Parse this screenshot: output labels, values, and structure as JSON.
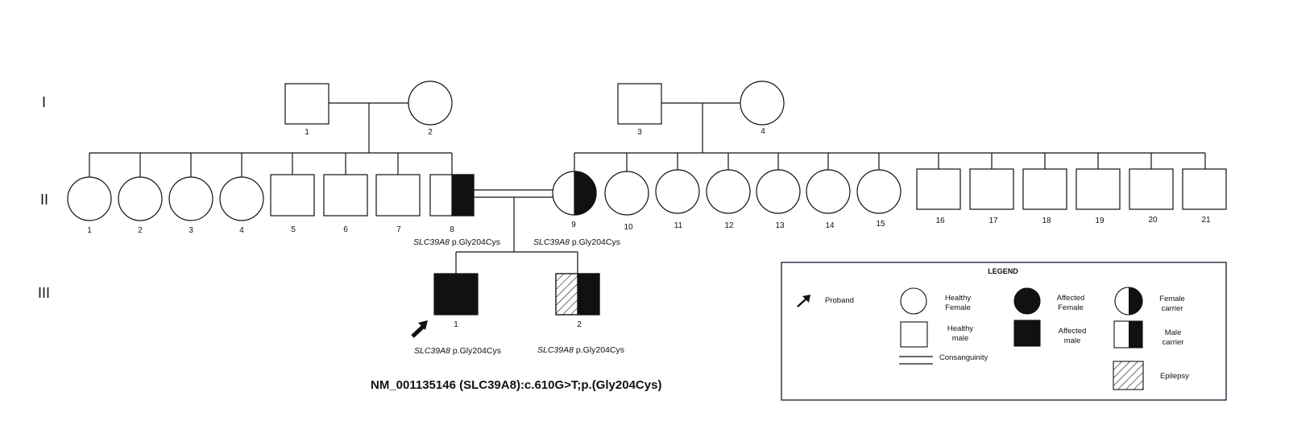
{
  "generations": [
    {
      "label": "I"
    },
    {
      "label": "II"
    },
    {
      "label": "III"
    }
  ],
  "individuals": {
    "I": [
      {
        "id": "1",
        "sex": "male",
        "status": "healthy"
      },
      {
        "id": "2",
        "sex": "female",
        "status": "healthy"
      },
      {
        "id": "3",
        "sex": "male",
        "status": "healthy"
      },
      {
        "id": "4",
        "sex": "female",
        "status": "healthy"
      }
    ],
    "II": [
      {
        "id": "1",
        "sex": "female",
        "status": "healthy"
      },
      {
        "id": "2",
        "sex": "female",
        "status": "healthy"
      },
      {
        "id": "3",
        "sex": "female",
        "status": "healthy"
      },
      {
        "id": "4",
        "sex": "female",
        "status": "healthy"
      },
      {
        "id": "5",
        "sex": "male",
        "status": "healthy"
      },
      {
        "id": "6",
        "sex": "male",
        "status": "healthy"
      },
      {
        "id": "7",
        "sex": "male",
        "status": "healthy"
      },
      {
        "id": "8",
        "sex": "male",
        "status": "carrier",
        "gene": "SLC39A8",
        "variant": "p.Gly204Cys"
      },
      {
        "id": "9",
        "sex": "female",
        "status": "carrier",
        "gene": "SLC39A8",
        "variant": "p.Gly204Cys"
      },
      {
        "id": "10",
        "sex": "female",
        "status": "healthy"
      },
      {
        "id": "11",
        "sex": "female",
        "status": "healthy"
      },
      {
        "id": "12",
        "sex": "female",
        "status": "healthy"
      },
      {
        "id": "13",
        "sex": "female",
        "status": "healthy"
      },
      {
        "id": "14",
        "sex": "female",
        "status": "healthy"
      },
      {
        "id": "15",
        "sex": "female",
        "status": "healthy"
      },
      {
        "id": "16",
        "sex": "male",
        "status": "healthy"
      },
      {
        "id": "17",
        "sex": "male",
        "status": "healthy"
      },
      {
        "id": "18",
        "sex": "male",
        "status": "healthy"
      },
      {
        "id": "19",
        "sex": "male",
        "status": "healthy"
      },
      {
        "id": "20",
        "sex": "male",
        "status": "healthy"
      },
      {
        "id": "21",
        "sex": "male",
        "status": "healthy"
      }
    ],
    "III": [
      {
        "id": "1",
        "sex": "male",
        "status": "affected",
        "proband": true,
        "gene": "SLC39A8",
        "variant": "p.Gly204Cys"
      },
      {
        "id": "2",
        "sex": "male",
        "status": "carrier-epilepsy",
        "gene": "SLC39A8",
        "variant": "p.Gly204Cys"
      }
    ]
  },
  "mutation_title": "NM_001135146 (SLC39A8):c.610G>T;p.(Gly204Cys)",
  "legend": {
    "title": "LEGEND",
    "proband": "Proband",
    "healthy_female": [
      "Healthy",
      "Female"
    ],
    "affected_female": [
      "Affected",
      "Female"
    ],
    "female_carrier": [
      "Female",
      "carrier"
    ],
    "healthy_male": [
      "Healthy",
      "male"
    ],
    "affected_male": [
      "Affected",
      "male"
    ],
    "male_carrier": [
      "Male",
      "carrier"
    ],
    "consanguinity": "Consanguinity",
    "epilepsy": "Epilepsy"
  }
}
